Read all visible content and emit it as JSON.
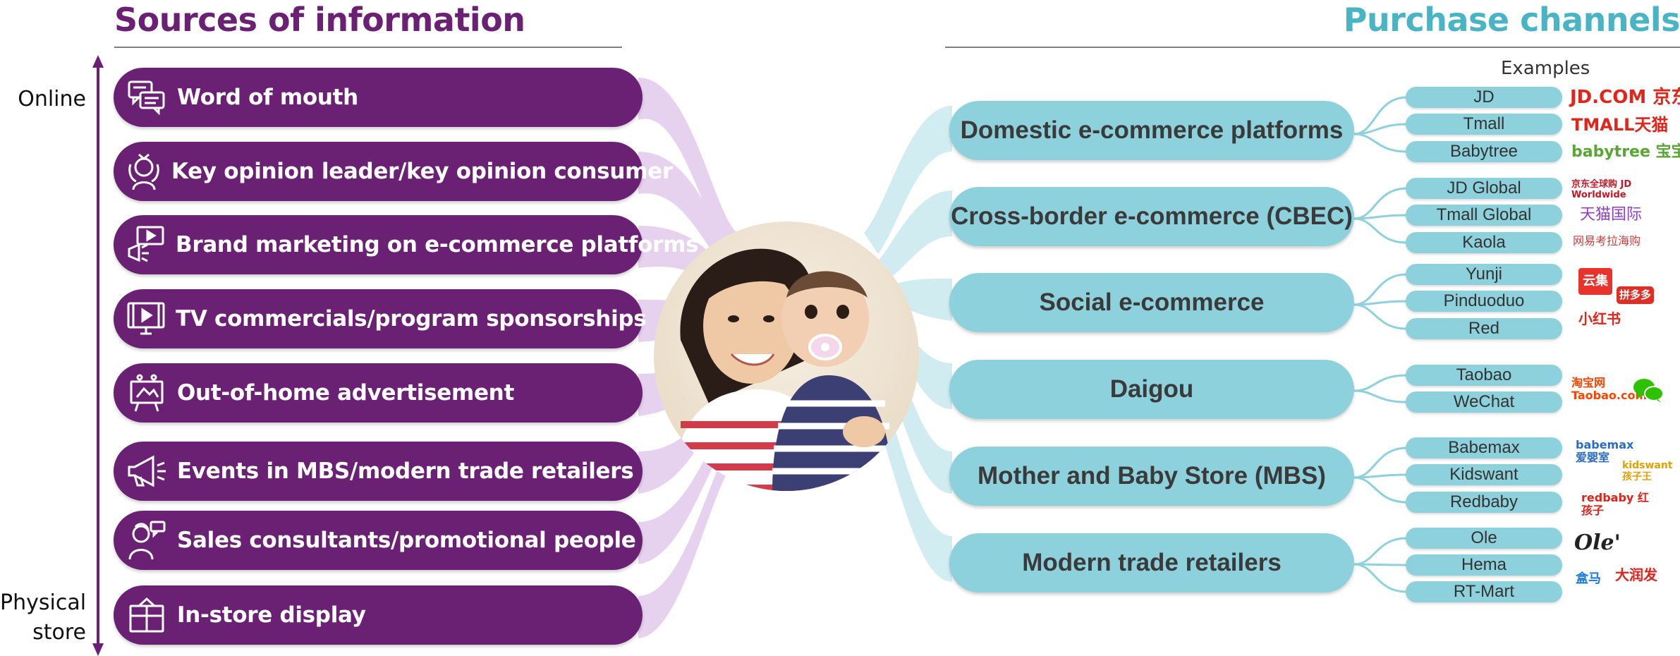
{
  "left_title": "Sources of information",
  "right_title": "Purchase channels",
  "axis": {
    "top": "Online",
    "bottom_line1": "Physical",
    "bottom_line2": "store"
  },
  "sources": [
    {
      "label": "Word of mouth",
      "icon": "chat-bubbles-icon"
    },
    {
      "label": "Key opinion leader/key opinion consumer",
      "icon": "influencer-icon"
    },
    {
      "label": "Brand marketing on e-commerce platforms",
      "icon": "megaphone-screen-icon"
    },
    {
      "label": "TV commercials/program sponsorships",
      "icon": "tv-icon"
    },
    {
      "label": "Out-of-home advertisement",
      "icon": "billboard-icon"
    },
    {
      "label": "Events in MBS/modern trade retailers",
      "icon": "megaphone-icon"
    },
    {
      "label": "Sales consultants/promotional people",
      "icon": "consultant-icon"
    },
    {
      "label": "In-store display",
      "icon": "shelf-display-icon"
    }
  ],
  "examples_header": "Examples",
  "channels": [
    {
      "label": "Domestic e-commerce platforms",
      "examples": [
        "JD",
        "Tmall",
        "Babytree"
      ]
    },
    {
      "label": "Cross-border e-commerce (CBEC)",
      "examples": [
        "JD Global",
        "Tmall Global",
        "Kaola"
      ]
    },
    {
      "label": "Social e-commerce",
      "examples": [
        "Yunji",
        "Pinduoduo",
        "Red"
      ]
    },
    {
      "label": "Daigou",
      "examples": [
        "Taobao",
        "WeChat"
      ]
    },
    {
      "label": "Mother and Baby Store (MBS)",
      "examples": [
        "Babemax",
        "Kidswant",
        "Redbaby"
      ]
    },
    {
      "label": "Modern trade retailers",
      "examples": [
        "Ole",
        "Hema",
        "RT-Mart"
      ]
    }
  ],
  "logos": {
    "jd": "JD.COM 京东",
    "tmall": "TMALL天猫",
    "babytree": "babytree 宝宝树",
    "jd_global": "京东全球购 JD Worldwide",
    "tmall_global": "天猫国际",
    "kaola": "网易考拉海购",
    "yunji": "云集",
    "pinduoduo": "拼多多",
    "red": "小红书",
    "taobao": "淘宝网 Taobao.com",
    "babemax": "babemax 爱婴室",
    "kidswant": "kidswant 孩子王",
    "redbaby": "redbaby 红孩子",
    "ole": "Ole'",
    "hema": "盒马",
    "rtmart": "大润发"
  },
  "colors": {
    "purple": "#6a2173",
    "teal": "#8dd1dc",
    "teal_title": "#49b4c4",
    "lavender": "#e2c9ec",
    "light_teal": "#cdebf0"
  }
}
